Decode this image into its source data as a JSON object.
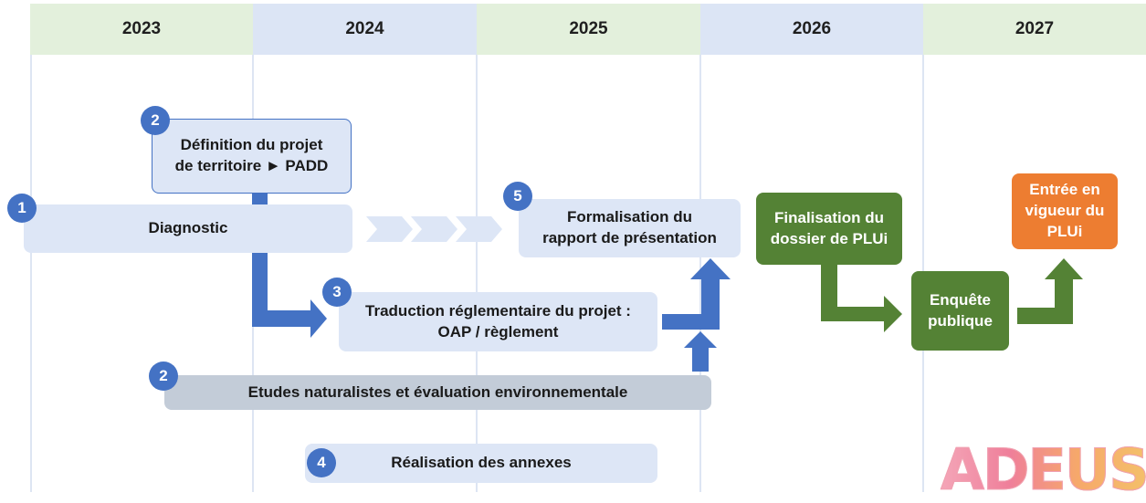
{
  "years": [
    "2023",
    "2024",
    "2025",
    "2026",
    "2027"
  ],
  "steps": {
    "definition": {
      "badge": "2",
      "line1": "Définition du projet",
      "line2": "de territoire ► PADD"
    },
    "diagnostic": {
      "badge": "1",
      "label": "Diagnostic"
    },
    "formalisation": {
      "badge": "5",
      "line1": "Formalisation du",
      "line2": "rapport de présentation"
    },
    "traduction": {
      "badge": "3",
      "line1": "Traduction réglementaire du projet :",
      "line2": "OAP / règlement"
    },
    "etudes": {
      "badge": "2",
      "label": "Etudes naturalistes et évaluation environnementale"
    },
    "annexes": {
      "badge": "4",
      "label": "Réalisation des annexes"
    },
    "finalisation": {
      "line1": "Finalisation du",
      "line2": "dossier de PLUi"
    },
    "enquete": {
      "line1": "Enquête",
      "line2": "publique"
    },
    "entree": {
      "line1": "Entrée en",
      "line2": "vigueur du",
      "line3": "PLUi"
    }
  },
  "logo": {
    "text": "ADEUS"
  },
  "colors": {
    "header_green": "#e3f0dc",
    "header_blue": "#dce5f5",
    "box_light_blue": "#dde6f6",
    "box_gray": "#c3ccd8",
    "badge_blue": "#4472c4",
    "arrow_blue": "#4472c4",
    "green": "#548235",
    "orange": "#ed7d31"
  }
}
